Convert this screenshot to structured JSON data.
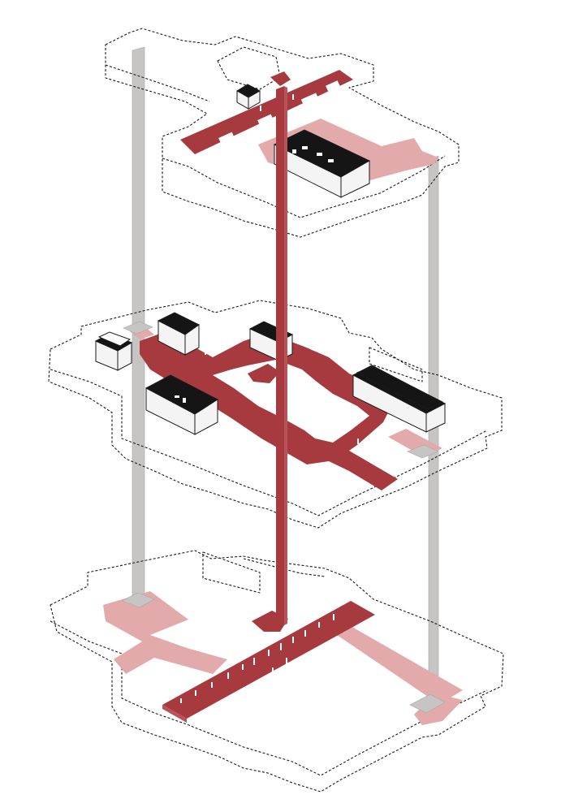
{
  "diagram": {
    "colors": {
      "circulation_primary": "#a73a3e",
      "circulation_secondary": "#e2aaab",
      "vertical_column": "#c7c4c4",
      "room_interior": "#151515",
      "outline": "#1a1a1a",
      "background": "#ffffff"
    },
    "levels": [
      "upper-floor",
      "middle-floor",
      "ground-floor"
    ]
  }
}
